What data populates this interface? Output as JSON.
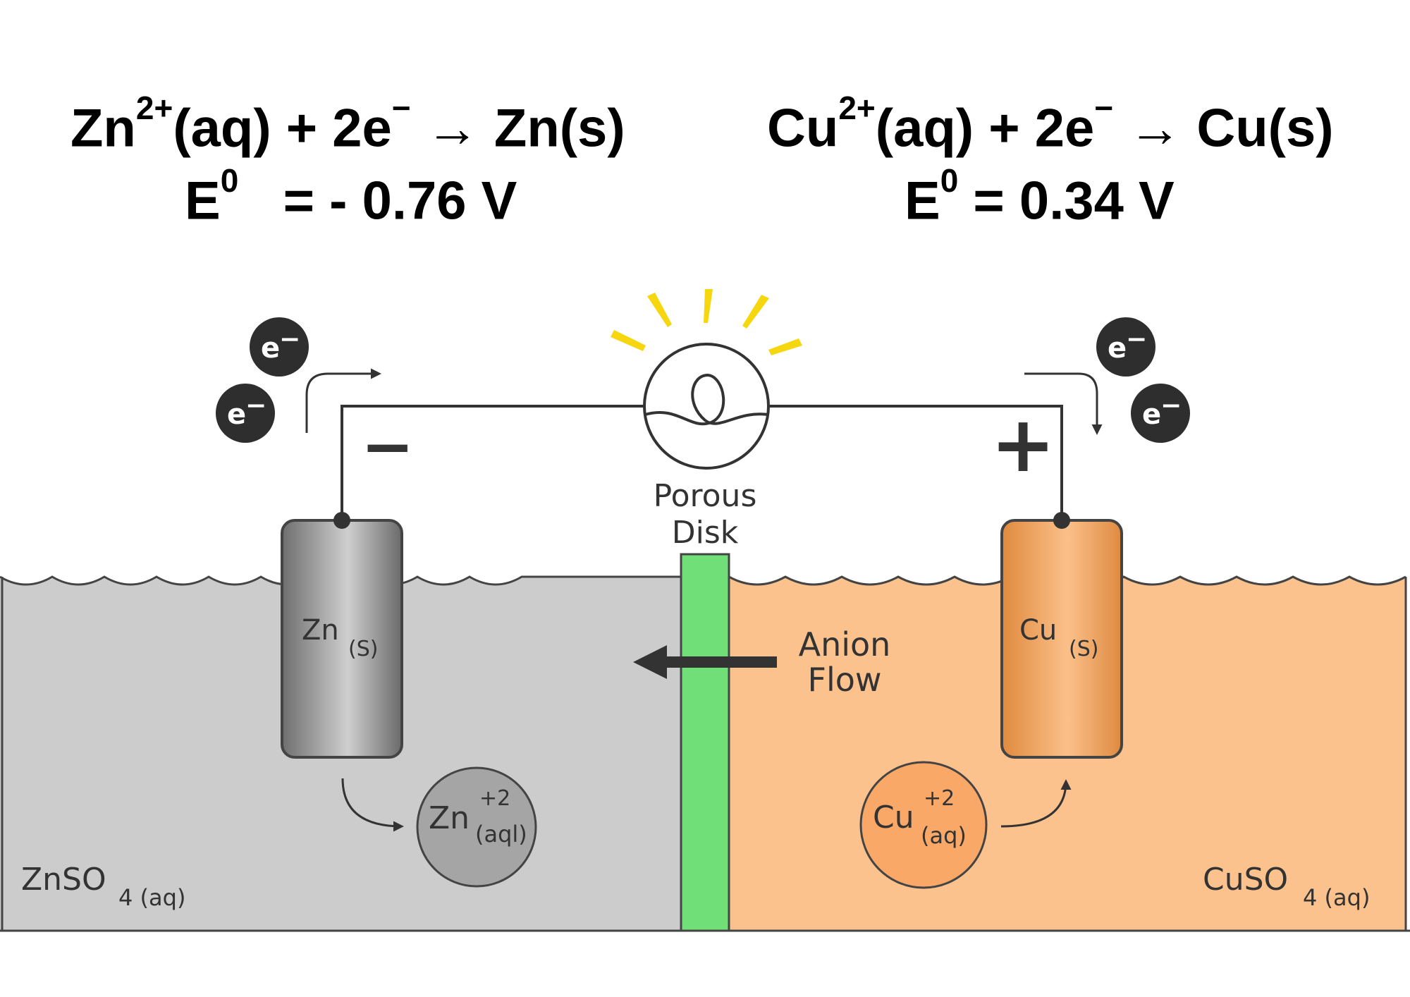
{
  "equations": {
    "zinc": {
      "species": "Zn",
      "charge": "2+",
      "rest": "(aq) + 2e",
      "electron_charge": "−",
      "product": "→ Zn(s)",
      "e0_symbol": "E",
      "e0_sup": "0",
      "e0_value": "= - 0.76 V"
    },
    "copper": {
      "species": "Cu",
      "charge": "2+",
      "rest": "(aq) + 2e",
      "electron_charge": "−",
      "product": "→ Cu(s)",
      "e0_symbol": "E",
      "e0_sup": "0",
      "e0_value": "= 0.34 V"
    }
  },
  "diagram": {
    "electron": {
      "symbol": "e",
      "charge": "−"
    },
    "negative_terminal": "−",
    "positive_terminal": "+",
    "porous_disk": {
      "line1": "Porous",
      "line2": "Disk"
    },
    "anion_flow": {
      "line1": "Anion",
      "line2": "Flow"
    },
    "zinc_electrode": {
      "symbol": "Zn",
      "state": "(S)"
    },
    "copper_electrode": {
      "symbol": "Cu",
      "state": "(S)"
    },
    "zinc_ion": {
      "symbol": "Zn",
      "charge": "+2",
      "state": "(aql)"
    },
    "copper_ion": {
      "symbol": "Cu",
      "charge": "+2",
      "state": "(aq)"
    },
    "zinc_solution": {
      "formula": "ZnSO",
      "sub": "4 (aq)"
    },
    "copper_solution": {
      "formula": "CuSO",
      "sub": "4 (aq)"
    }
  },
  "colors": {
    "zinc_solution": "#cccccc",
    "copper_solution": "#fcc28e",
    "porous_disk": "#70df78",
    "bulb_rays": "#f6d60f",
    "electron_badge": "#2e2e2e",
    "zinc_electrode": "#8f8f8f",
    "copper_electrode": "#f0a05a"
  }
}
